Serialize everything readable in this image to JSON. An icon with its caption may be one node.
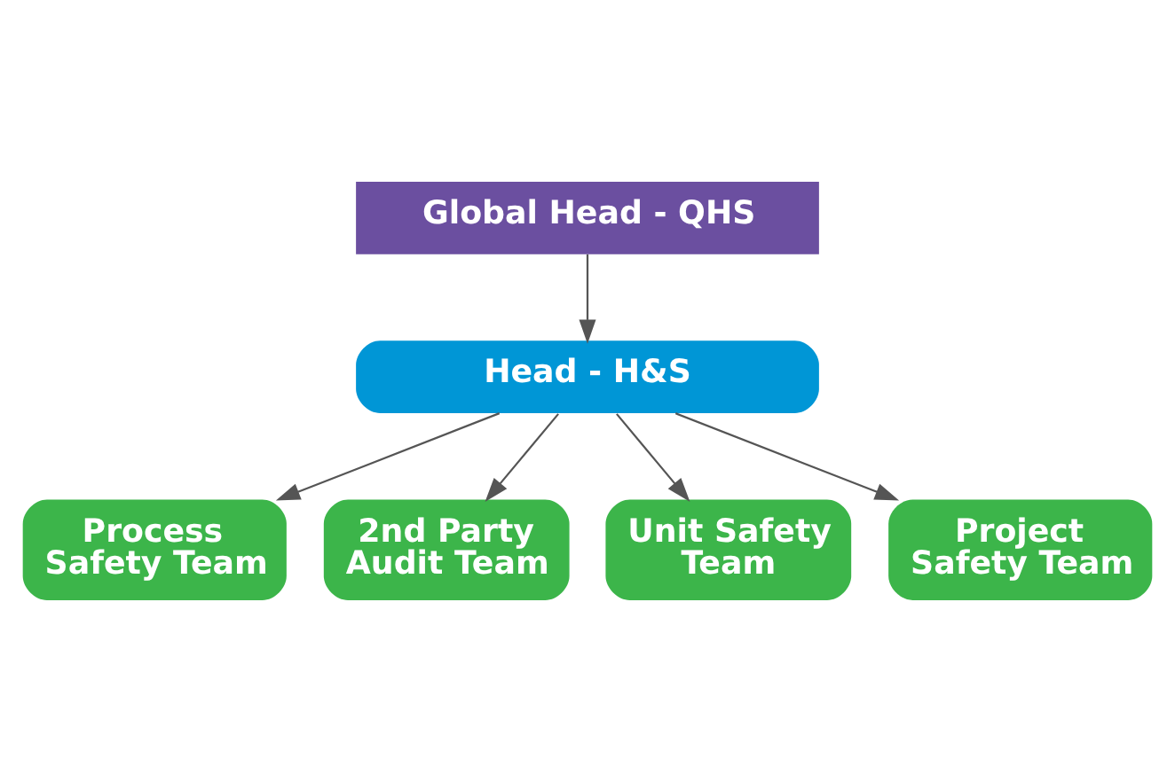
{
  "diagram": {
    "nodes": [
      {
        "text": [
          "Global Head - QHS"
        ]
      },
      {
        "text": [
          "Head - H&S"
        ]
      },
      {
        "text": [
          "Process Safety Team"
        ]
      },
      {
        "text": [
          "2nd Party Audit Team"
        ]
      },
      {
        "text": [
          "Unit Safety Team"
        ]
      },
      {
        "text": [
          "Project Safety Team"
        ]
      }
    ],
    "edges": [
      {
        "from": 0,
        "to": 1,
        "arrow": "to"
      },
      {
        "from": 1,
        "to": 2,
        "arrow": "to"
      },
      {
        "from": 1,
        "to": 3,
        "arrow": "to"
      },
      {
        "from": 1,
        "to": 4,
        "arrow": "to"
      },
      {
        "from": 1,
        "to": 5,
        "arrow": "to"
      }
    ]
  }
}
